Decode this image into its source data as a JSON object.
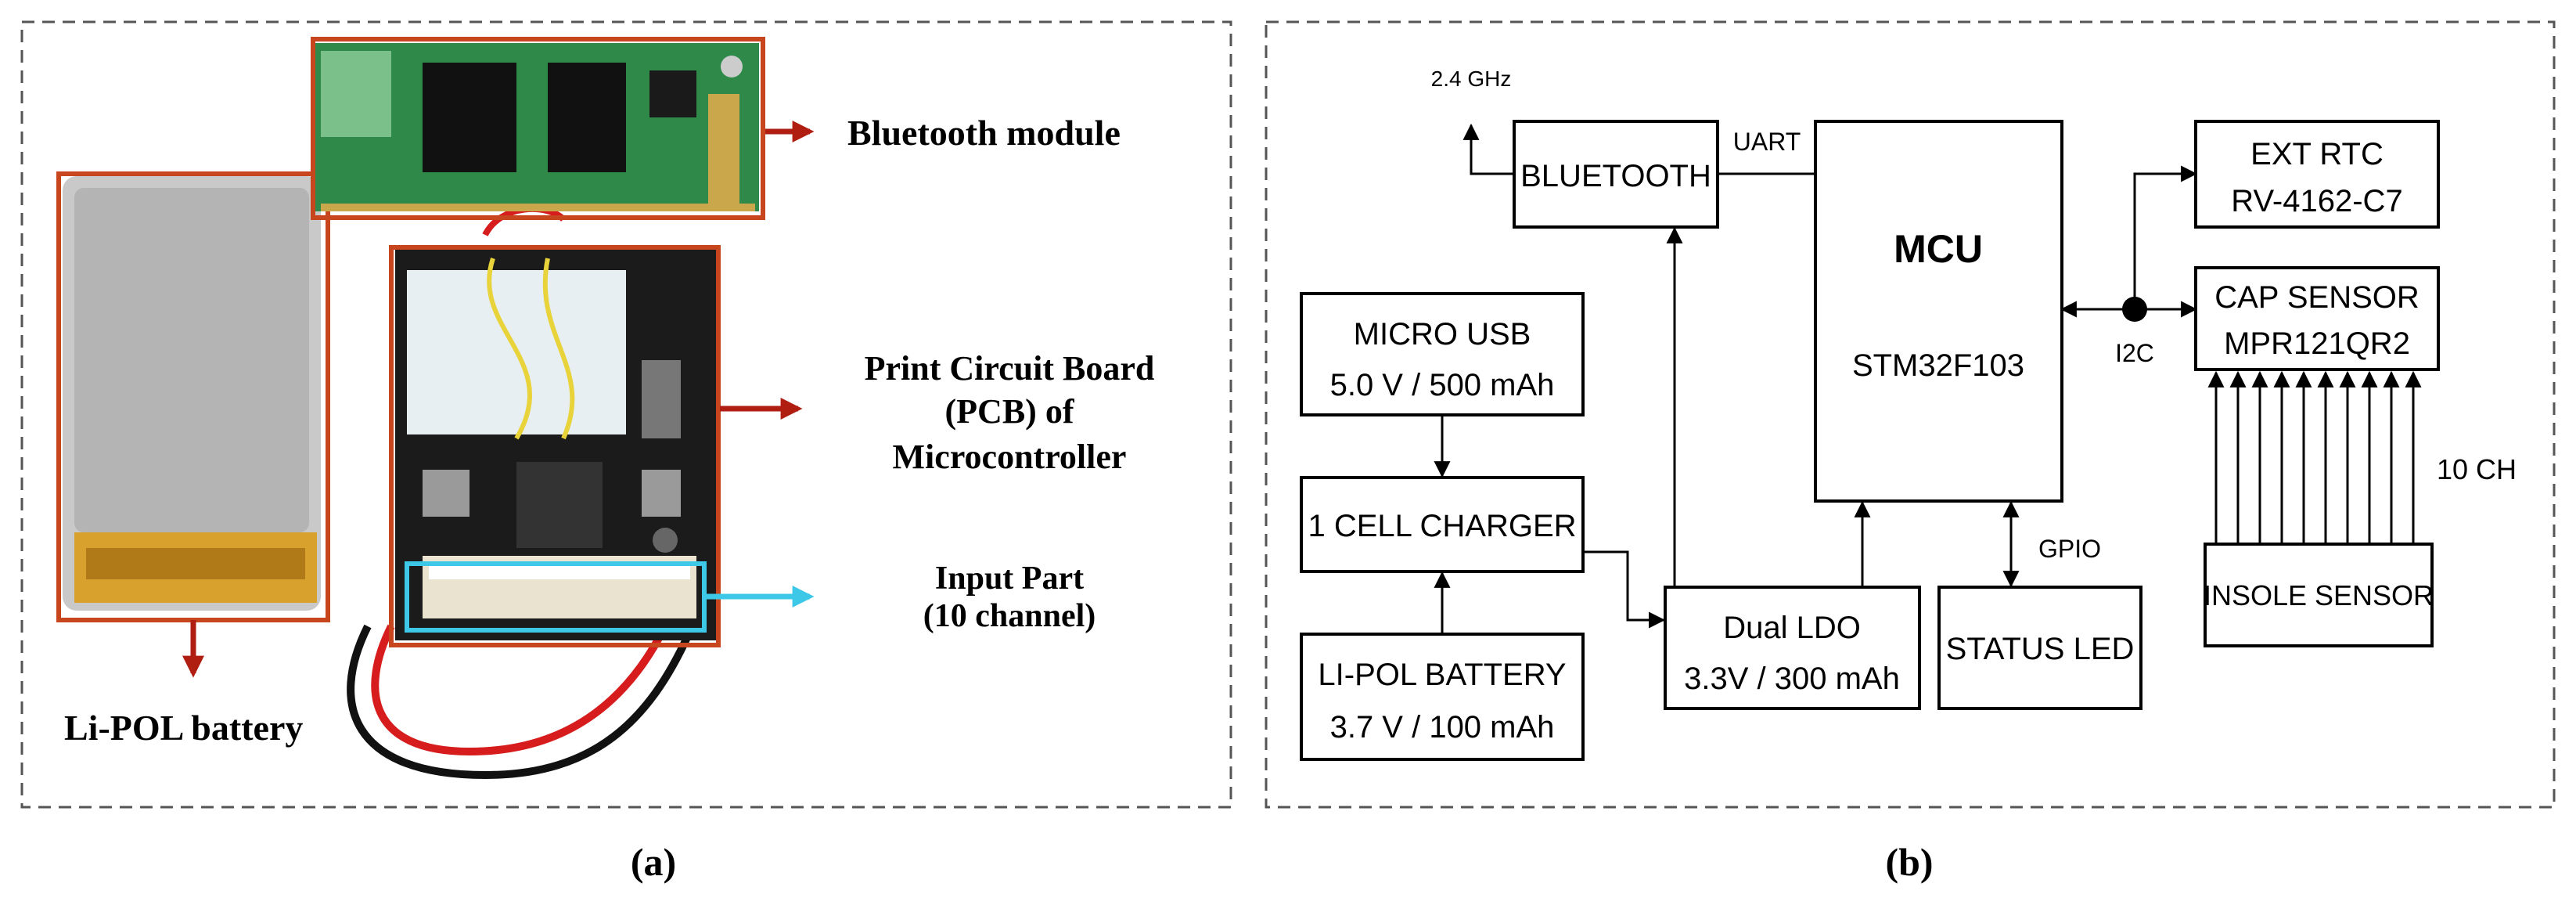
{
  "panel_a": {
    "caption": "(a)",
    "labels": {
      "bluetooth": "Bluetooth module",
      "pcb_line1": "Print Circuit Board",
      "pcb_line2": "(PCB) of",
      "pcb_line3": "Microcontroller",
      "input_line1": "Input Part",
      "input_line2": "(10 channel)",
      "battery": "Li-POL battery"
    }
  },
  "panel_b": {
    "caption": "(b)",
    "blocks": {
      "bluetooth": "BLUETOOTH",
      "mcu_title": "MCU",
      "mcu_chip": "STM32F103",
      "ext_rtc_1": "EXT RTC",
      "ext_rtc_2": "RV-4162-C7",
      "cap_sensor_1": "CAP SENSOR",
      "cap_sensor_2": "MPR121QR2",
      "micro_usb_1": "MICRO USB",
      "micro_usb_2": "5.0 V / 500 mAh",
      "charger": "1 CELL CHARGER",
      "battery_1": "LI-POL BATTERY",
      "battery_2": "3.7 V / 100 mAh",
      "ldo_1": "Dual LDO",
      "ldo_2": "3.3V / 300 mAh",
      "status_led": "STATUS LED",
      "insole": "INSOLE SENSOR"
    },
    "signals": {
      "antenna": "2.4 GHz",
      "uart": "UART",
      "i2c": "I2C",
      "gpio": "GPIO",
      "channels": "10 CH"
    }
  },
  "colors": {
    "frame_orange": "#c8461e",
    "arrow_red": "#b01e12",
    "input_cyan": "#3cc8e6",
    "dashed_border": "#555555"
  }
}
